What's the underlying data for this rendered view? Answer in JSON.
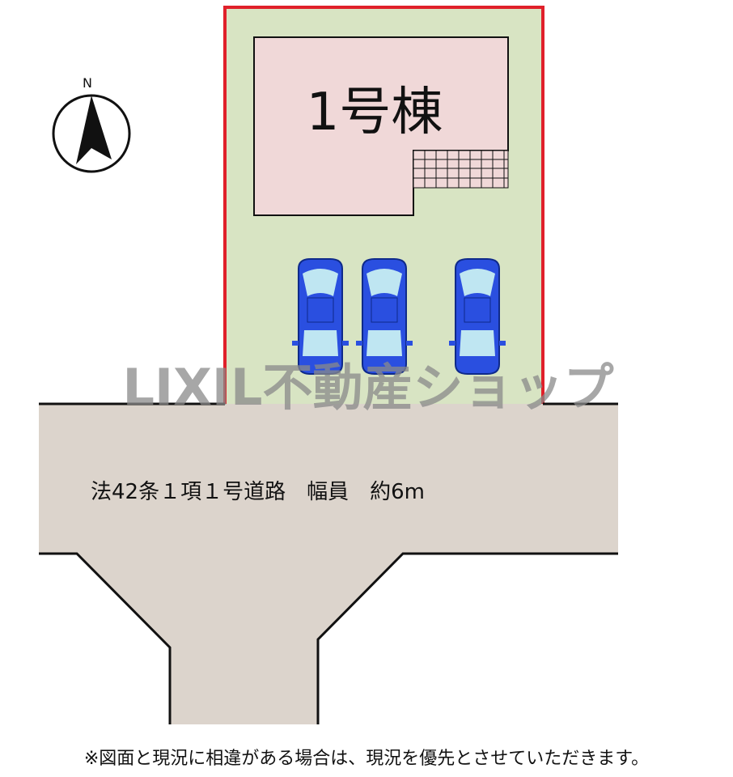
{
  "compass": {
    "label": "N"
  },
  "building": {
    "label": "1号棟"
  },
  "road": {
    "label": "法42条１項１号道路　幅員　約6m"
  },
  "watermark": {
    "text": "LIXIL不動産ショップ"
  },
  "disclaimer": {
    "text": "※図面と現況に相違がある場合は、現況を優先とさせていただきます。"
  },
  "parking": {
    "car_count": 3
  },
  "colors": {
    "lot_fill": "#d8e4c3",
    "lot_border": "#e0202a",
    "building_fill": "#f0d8d8",
    "road_fill": "#dcd4cc",
    "car_body": "#2a4fe0",
    "car_window": "#bfe6f2"
  }
}
